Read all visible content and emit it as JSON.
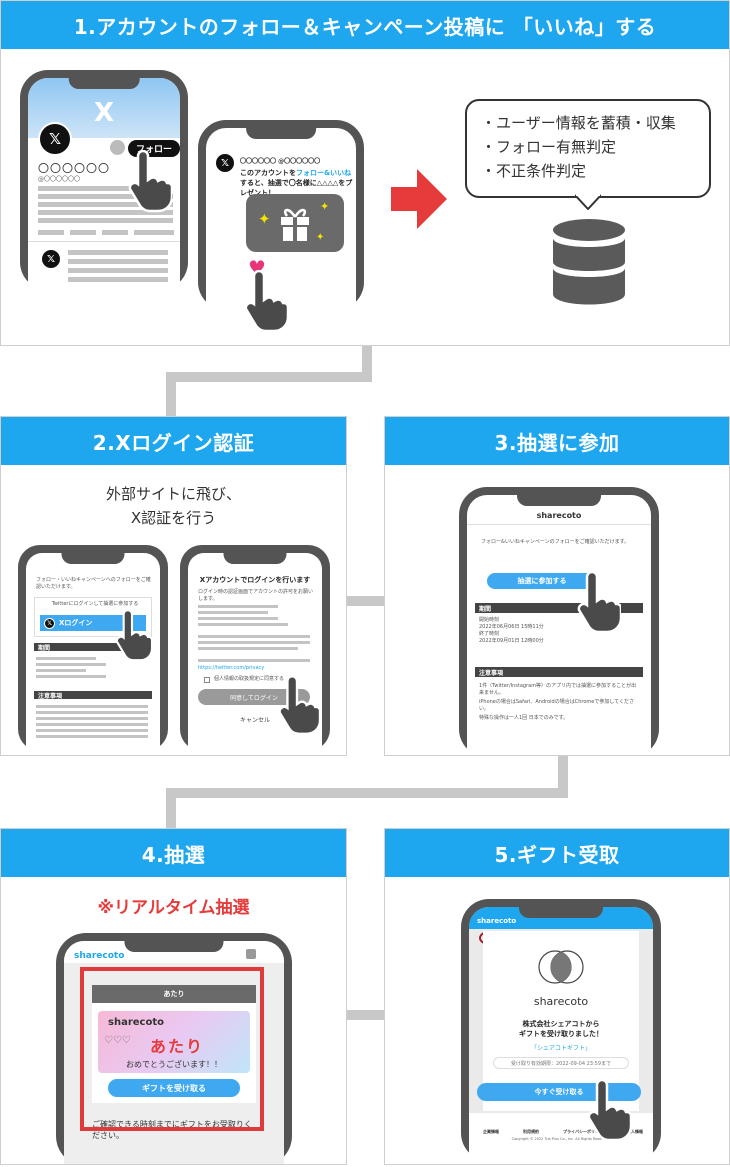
{
  "step1": {
    "title": "1.アカウントのフォロー＆キャンペーン投稿に 「いいね」する",
    "profile_x_logo": "X",
    "follow_button": "フォロー",
    "profile_name": "〇〇〇〇〇〇",
    "profile_handle": "@〇〇〇〇〇〇",
    "post_header": "〇〇〇〇〇〇 @〇〇〇〇〇〇",
    "post_text_1": "このアカウントを",
    "post_text_link": "フォロー&いいね",
    "post_text_2": "すると、抽選で〇名様に△△△△をプレゼント！",
    "bubble_items": [
      "・ユーザー情報を蓄積・収集",
      "・フォロー有無判定",
      "・不正条件判定"
    ]
  },
  "step2": {
    "title": "2.Xログイン認証",
    "desc_line1": "外部サイトに飛び、",
    "desc_line2": "X認証を行う",
    "left_screen_text": "フォロー・いいねキャンペーンへのフォローをご確認いただけます。",
    "left_screen_note": "Twitterにログインして抽選に参加する",
    "login_button": "Xログイン",
    "period_label": "期間",
    "notes_label": "注意事項",
    "right_screen_title": "Xアカウントでログインを行います",
    "right_screen_body": "ログイン時の認証画面でアカウントの許可をお願いします。",
    "right_screen_link": "https://twitter.com/privacy",
    "checkbox_label": "個人情報の取扱規定に同意する",
    "agree_button": "同意してログイン",
    "cancel_label": "キャンセル"
  },
  "step3": {
    "title": "3.抽選に参加",
    "brand": "sharecoto",
    "intro": "フォロー&いいねキャンペーンのフォローをご確認いただけます。",
    "join_button": "抽選に参加する",
    "period_label": "期間",
    "period_lines": [
      "開始時刻",
      "2022年06月06日 15時11分",
      "終了時刻",
      "2022年09月01日 12時00分"
    ],
    "notes_label": "注意事項",
    "notes_lines": [
      "1件（Twitter/Instagram等）のアプリ内では抽選に参加することが出来ません。",
      "iPhoneの場合はSafari、Androidの場合はChromeで参加してください。",
      "特殊な操作は一人1回 日本でのみです。"
    ]
  },
  "step4": {
    "title": "4.抽選",
    "realtime": "※リアルタイム抽選",
    "brand": "sharecoto",
    "win_header": "あたり",
    "win_card_brand": "sharecoto",
    "win_text": "あたり",
    "congrats": "おめでとうございます！！",
    "gift_button": "ギフトを受け取る",
    "below_text": "ご確認できる時刻までにギフトをお受取りください。"
  },
  "step5": {
    "title": "5.ギフト受取",
    "brand_header": "sharecoto",
    "brand": "sharecoto",
    "gift_from_1": "株式会社シェアコトから",
    "gift_from_2": "ギフトを受け取りました！",
    "gift_link": "「シェアコトギフト」",
    "deadline": "受け取り有効期限：2022-09-04 23:59まで",
    "receive_button": "今すぐ受け取る",
    "footer_links": [
      "企業情報",
      "利用規約",
      "プライバシーポリシー",
      "個人情報"
    ],
    "copyright": "Copyright © 2022 Tria Plus Co., Inc. All Rights Reserved."
  },
  "colors": {
    "title_bar": "#1ea6ee",
    "phone": "#545454",
    "accent_red": "#e63b3b",
    "button_blue": "#3ea9f0",
    "like_pink": "#e8357a"
  }
}
